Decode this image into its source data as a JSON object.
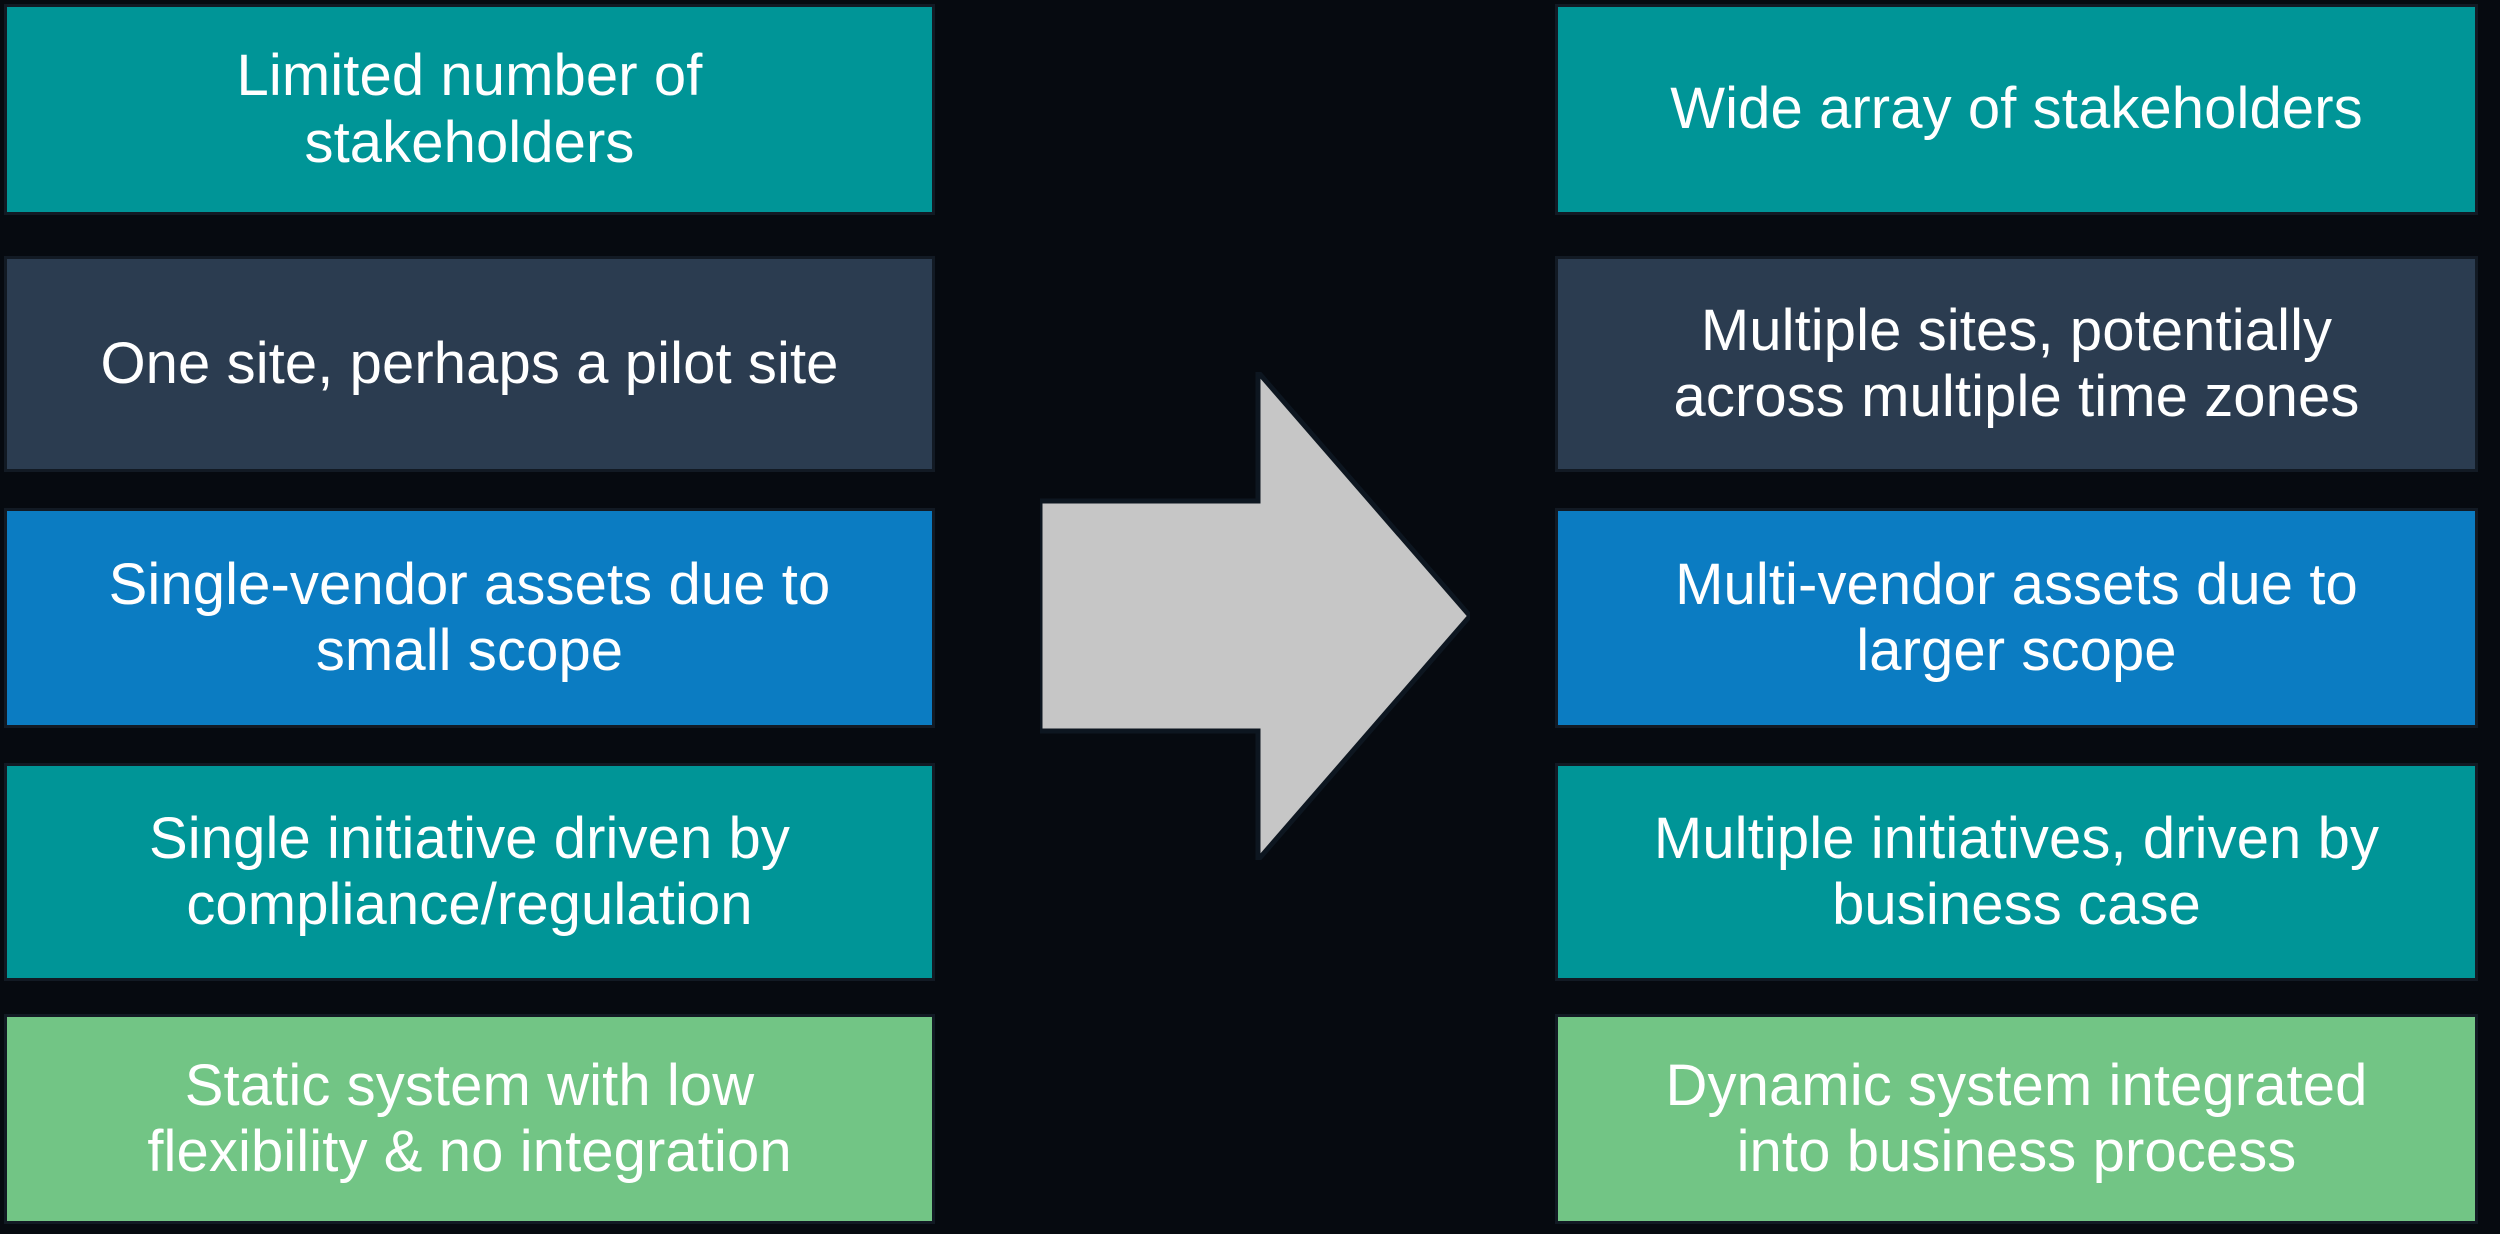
{
  "background_color": "#060a10",
  "colors": {
    "teal": "#009597",
    "slate_navy": "#2b3c50",
    "blue": "#0b7cc2",
    "green": "#72c585",
    "box_outline": "#121a24",
    "text": "#ffffff",
    "arrow_fill": "#c6c6c6",
    "arrow_outline": "#0d1620"
  },
  "left_column": {
    "name": "pilot-state-column",
    "items": [
      {
        "label": "Limited number of\nstakeholders",
        "color_key": "teal"
      },
      {
        "label": "One site, perhaps a pilot site",
        "color_key": "slate_navy"
      },
      {
        "label": "Single-vendor assets due to\nsmall scope",
        "color_key": "blue"
      },
      {
        "label": "Single initiative driven by\ncompliance/regulation",
        "color_key": "teal"
      },
      {
        "label": "Static system with low\nflexibility & no integration",
        "color_key": "green"
      }
    ]
  },
  "arrow": {
    "name": "right-arrow-icon",
    "direction": "right",
    "fill": "#c6c6c6",
    "outline": "#0d1620"
  },
  "right_column": {
    "name": "scaled-state-column",
    "items": [
      {
        "label": "Wide array of stakeholders",
        "color_key": "teal"
      },
      {
        "label": "Multiple sites, potentially\nacross multiple time zones",
        "color_key": "slate_navy"
      },
      {
        "label": "Multi-vendor assets due to\nlarger scope",
        "color_key": "blue"
      },
      {
        "label": "Multiple initiatives, driven by\nbusiness case",
        "color_key": "teal"
      },
      {
        "label": "Dynamic system integrated\ninto business process",
        "color_key": "green"
      }
    ]
  }
}
